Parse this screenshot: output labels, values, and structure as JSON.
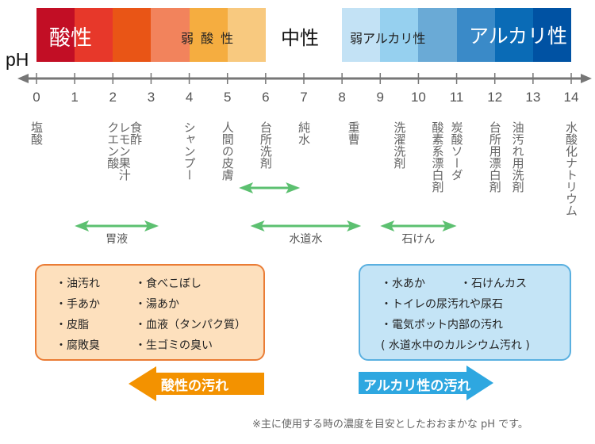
{
  "chart_data": {
    "type": "diagram",
    "title": "pH scale",
    "axis_label": "pH",
    "x_range": [
      0,
      14
    ],
    "ticks": [
      "0",
      "1",
      "2",
      "3",
      "4",
      "5",
      "6",
      "7",
      "8",
      "9",
      "10",
      "11",
      "12",
      "13",
      "14"
    ],
    "zones": [
      {
        "name": "acid",
        "label": "酸性",
        "from": 0,
        "to": 2
      },
      {
        "name": "weak-acid",
        "label": "弱 酸 性",
        "from": 3,
        "to": 6
      },
      {
        "name": "neutral",
        "label": "中性",
        "from": 6,
        "to": 8
      },
      {
        "name": "weak-alkaline",
        "label": "弱アルカリ性",
        "from": 8,
        "to": 10
      },
      {
        "name": "alkaline",
        "label": "アルカリ性",
        "from": 11,
        "to": 14
      }
    ],
    "color_segments": [
      {
        "from": 0,
        "to": 1,
        "color": "#c20e25"
      },
      {
        "from": 1,
        "to": 2,
        "color": "#e7382a"
      },
      {
        "from": 2,
        "to": 3,
        "color": "#e95516"
      },
      {
        "from": 3,
        "to": 4,
        "color": "#f2835c"
      },
      {
        "from": 4,
        "to": 5,
        "color": "#f5ad40"
      },
      {
        "from": 5,
        "to": 6,
        "color": "#f8c97f"
      },
      {
        "from": 8,
        "to": 9,
        "color": "#c3e2f5"
      },
      {
        "from": 9,
        "to": 10,
        "color": "#96d0ef"
      },
      {
        "from": 10,
        "to": 11,
        "color": "#6aaad6"
      },
      {
        "from": 11,
        "to": 12,
        "color": "#3a8ac8"
      },
      {
        "from": 12,
        "to": 13,
        "color": "#0a6bb6"
      },
      {
        "from": 13,
        "to": 14,
        "color": "#0052a3"
      }
    ],
    "substances": [
      {
        "label": "塩酸",
        "ph": 0
      },
      {
        "label": "クエン酸",
        "ph": 2
      },
      {
        "label": "レモン果汁",
        "ph": 2.3
      },
      {
        "label": "食酢",
        "ph": 2.6
      },
      {
        "label": "シャンプー",
        "ph": 4
      },
      {
        "label": "人間の皮膚",
        "ph": 5
      },
      {
        "label": "台所洗剤",
        "ph": 6
      },
      {
        "label": "純水",
        "ph": 7
      },
      {
        "label": "重曹",
        "ph": 8.3
      },
      {
        "label": "洗濯洗剤",
        "ph": 9.5
      },
      {
        "label": "酸素系漂白剤",
        "ph": 10.5
      },
      {
        "label": "炭酸ソーダ",
        "ph": 11
      },
      {
        "label": "台所用漂白剤",
        "ph": 12
      },
      {
        "label": "油汚れ用洗剤",
        "ph": 12.6
      },
      {
        "label": "水酸化ナトリウム",
        "ph": 14
      }
    ],
    "ranges": [
      {
        "label": "",
        "name": "kitchen-detergent-range",
        "from": 5.3,
        "to": 6.9
      },
      {
        "label": "胃液",
        "from": 1,
        "to": 3.2
      },
      {
        "label": "水道水",
        "from": 5.6,
        "to": 8.5
      },
      {
        "label": "石けん",
        "from": 9,
        "to": 11
      }
    ],
    "range_color": "#5cc070"
  },
  "acid_dirt": {
    "items_left": [
      "・油汚れ",
      "・手あか",
      "・皮脂",
      "・腐敗臭"
    ],
    "items_right": [
      "・食べこぼし",
      "・湯あか",
      "・血液（タンパク質）",
      "・生ゴミの臭い"
    ],
    "arrow_label": "酸性の汚れ",
    "color": "#f39200"
  },
  "alkaline_dirt": {
    "items": [
      "・水あか",
      "・石けんカス",
      "・トイレの尿汚れや尿石",
      "・電気ポット内部の汚れ",
      "( 水道水中のカルシウム汚れ )"
    ],
    "arrow_label": "アルカリ性の汚れ",
    "color": "#2ea7e0"
  },
  "footnote": "※主に使用する時の濃度を目安としたおおまかな pH です。"
}
